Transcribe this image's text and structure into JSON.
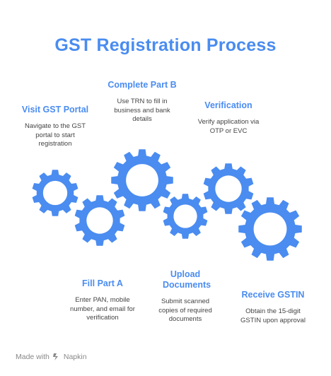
{
  "title": "GST Registration Process",
  "accent_color": "#4A8CF0",
  "steps": [
    {
      "title": "Visit GST Portal",
      "description": "Navigate to the GST portal to start registration"
    },
    {
      "title": "Fill Part A",
      "description": "Enter PAN, mobile number, and email for verification"
    },
    {
      "title": "Complete Part B",
      "description": "Use TRN to fill in business and bank details"
    },
    {
      "title": "Upload Documents",
      "description": "Submit scanned copies of required documents"
    },
    {
      "title": "Verification",
      "description": "Verify application via OTP or EVC"
    },
    {
      "title": "Receive GSTIN",
      "description": "Obtain the 15-digit GSTIN upon approval"
    }
  ],
  "footer": {
    "made_with": "Made with",
    "brand": "Napkin",
    "icon": "napkin-logo-icon"
  }
}
